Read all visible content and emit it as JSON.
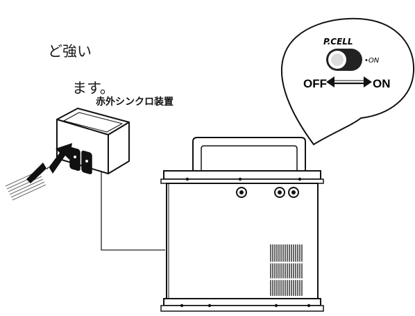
{
  "text": {
    "line1_tail": "ど強い",
    "line2_tail": "ます。"
  },
  "infrared_unit": {
    "label": "赤外シンクロ装置"
  },
  "callout": {
    "title": "P.CELL",
    "on_indicator": "•ON",
    "off_label": "OFF",
    "on_label": "ON"
  }
}
